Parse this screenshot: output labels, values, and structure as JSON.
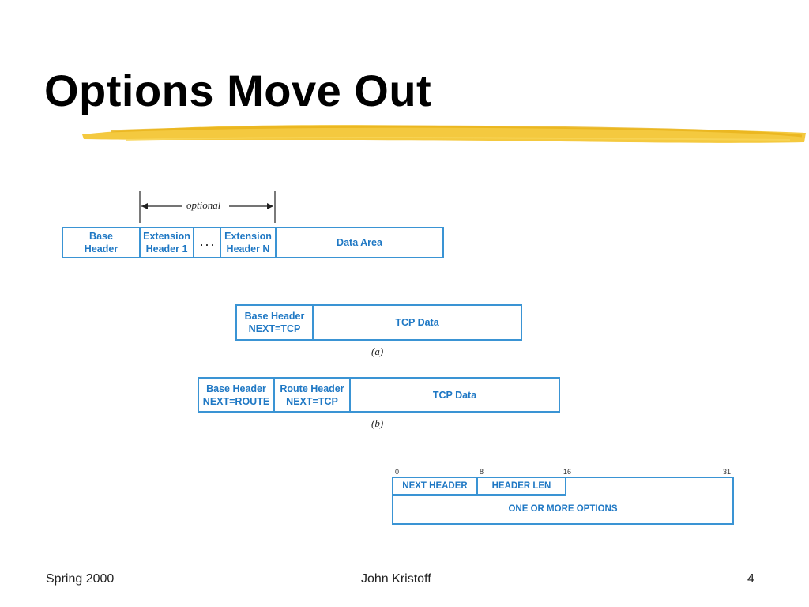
{
  "slide": {
    "title": "Options Move Out",
    "footer_left": "Spring 2000",
    "footer_center": "John Kristoff",
    "page_number": "4"
  },
  "diagram1": {
    "optional_label": "optional",
    "cells": [
      {
        "line1": "Base",
        "line2": "Header"
      },
      {
        "line1": "Extension",
        "line2": "Header 1"
      },
      {
        "line1": ". . .",
        "line2": ""
      },
      {
        "line1": "Extension",
        "line2": "Header N"
      },
      {
        "line1": "Data Area",
        "line2": ""
      }
    ]
  },
  "diagram_a": {
    "cells": [
      {
        "line1": "Base Header",
        "line2": "NEXT=TCP"
      },
      {
        "line1": "TCP Data",
        "line2": ""
      }
    ],
    "caption": "(a)"
  },
  "diagram_b": {
    "cells": [
      {
        "line1": "Base Header",
        "line2": "NEXT=ROUTE"
      },
      {
        "line1": "Route Header",
        "line2": "NEXT=TCP"
      },
      {
        "line1": "TCP Data",
        "line2": ""
      }
    ],
    "caption": "(b)"
  },
  "option_header": {
    "bit_ticks": [
      "0",
      "8",
      "16",
      "31"
    ],
    "next_header": "NEXT HEADER",
    "header_len": "HEADER LEN",
    "options": "ONE OR MORE OPTIONS"
  },
  "colors": {
    "box_border": "#3a94d4",
    "box_text": "#1f78c4",
    "highlight": "#f3c32a"
  }
}
